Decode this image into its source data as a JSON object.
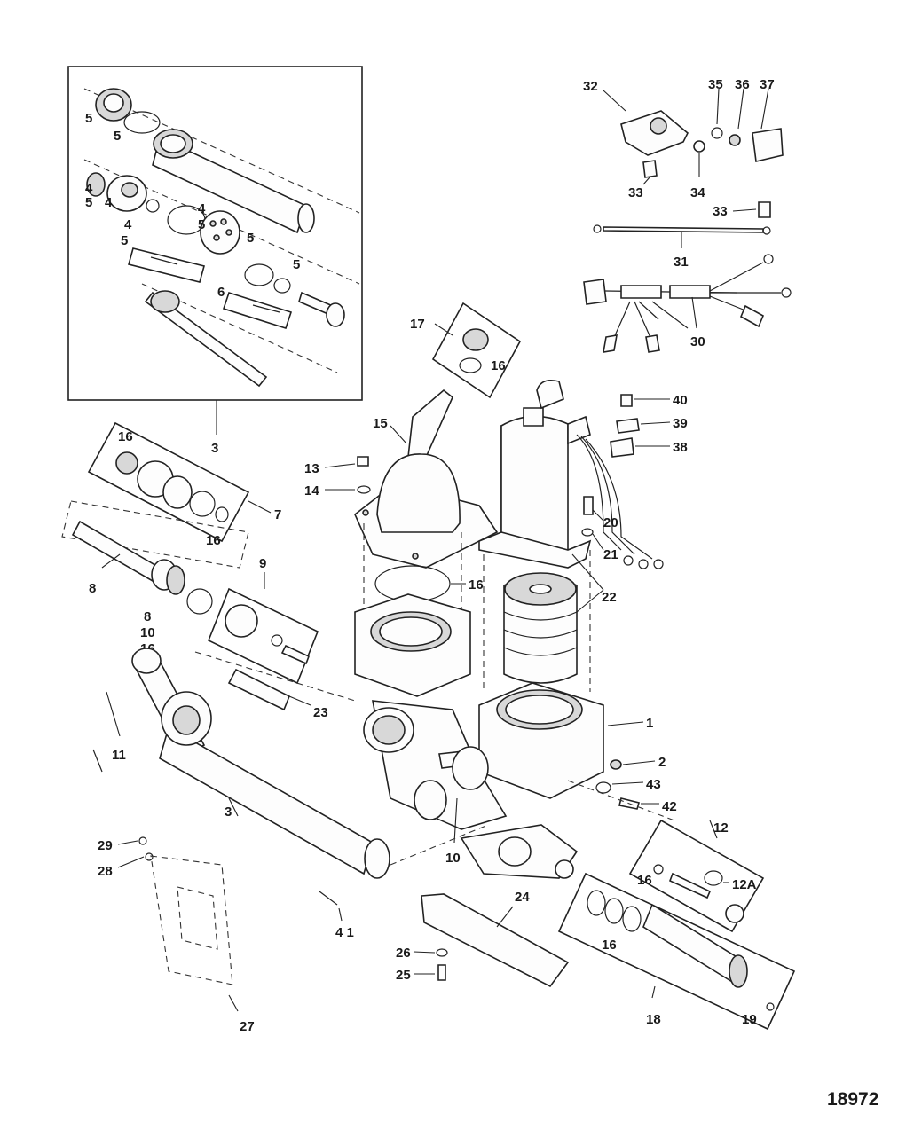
{
  "drawing_number": "18972",
  "callouts": [
    {
      "id": "c5a",
      "text": "5"
    },
    {
      "id": "c5b",
      "text": "5"
    },
    {
      "id": "c45a",
      "text": "4"
    },
    {
      "id": "c45b",
      "text": "5"
    },
    {
      "id": "c4a",
      "text": "4"
    },
    {
      "id": "c4b",
      "text": "4"
    },
    {
      "id": "c5c",
      "text": "5"
    },
    {
      "id": "c45c",
      "text": "4"
    },
    {
      "id": "c45d",
      "text": "5"
    },
    {
      "id": "c5d",
      "text": "5"
    },
    {
      "id": "c5e",
      "text": "5"
    },
    {
      "id": "c6",
      "text": "6"
    },
    {
      "id": "c3a",
      "text": "3"
    },
    {
      "id": "c16a",
      "text": "16"
    },
    {
      "id": "c7",
      "text": "7"
    },
    {
      "id": "c16b",
      "text": "16"
    },
    {
      "id": "c8a",
      "text": "8"
    },
    {
      "id": "c8b",
      "text": "8"
    },
    {
      "id": "c10a",
      "text": "10"
    },
    {
      "id": "c16c",
      "text": "16"
    },
    {
      "id": "c9",
      "text": "9"
    },
    {
      "id": "c11",
      "text": "11"
    },
    {
      "id": "c23",
      "text": "23"
    },
    {
      "id": "c3b",
      "text": "3"
    },
    {
      "id": "c29",
      "text": "29"
    },
    {
      "id": "c28",
      "text": "28"
    },
    {
      "id": "c27",
      "text": "27"
    },
    {
      "id": "c41",
      "text": "4 1"
    },
    {
      "id": "c17",
      "text": "17"
    },
    {
      "id": "c16d",
      "text": "16"
    },
    {
      "id": "c15",
      "text": "15"
    },
    {
      "id": "c13",
      "text": "13"
    },
    {
      "id": "c14",
      "text": "14"
    },
    {
      "id": "c16e",
      "text": "16"
    },
    {
      "id": "c1",
      "text": "1"
    },
    {
      "id": "c2",
      "text": "2"
    },
    {
      "id": "c43",
      "text": "43"
    },
    {
      "id": "c42",
      "text": "42"
    },
    {
      "id": "c10b",
      "text": "10"
    },
    {
      "id": "c12",
      "text": "12"
    },
    {
      "id": "c12a",
      "text": "12A"
    },
    {
      "id": "c16f",
      "text": "16"
    },
    {
      "id": "c16g",
      "text": "16"
    },
    {
      "id": "c18",
      "text": "18"
    },
    {
      "id": "c19",
      "text": "19"
    },
    {
      "id": "c24",
      "text": "24"
    },
    {
      "id": "c26",
      "text": "26"
    },
    {
      "id": "c25",
      "text": "25"
    },
    {
      "id": "c32",
      "text": "32"
    },
    {
      "id": "c35",
      "text": "35"
    },
    {
      "id": "c36",
      "text": "36"
    },
    {
      "id": "c37",
      "text": "37"
    },
    {
      "id": "c33a",
      "text": "33"
    },
    {
      "id": "c34",
      "text": "34"
    },
    {
      "id": "c33b",
      "text": "33"
    },
    {
      "id": "c31",
      "text": "31"
    },
    {
      "id": "c30",
      "text": "30"
    },
    {
      "id": "c40",
      "text": "40"
    },
    {
      "id": "c39",
      "text": "39"
    },
    {
      "id": "c38",
      "text": "38"
    },
    {
      "id": "c20",
      "text": "20"
    },
    {
      "id": "c21",
      "text": "21"
    },
    {
      "id": "c22",
      "text": "22"
    }
  ]
}
